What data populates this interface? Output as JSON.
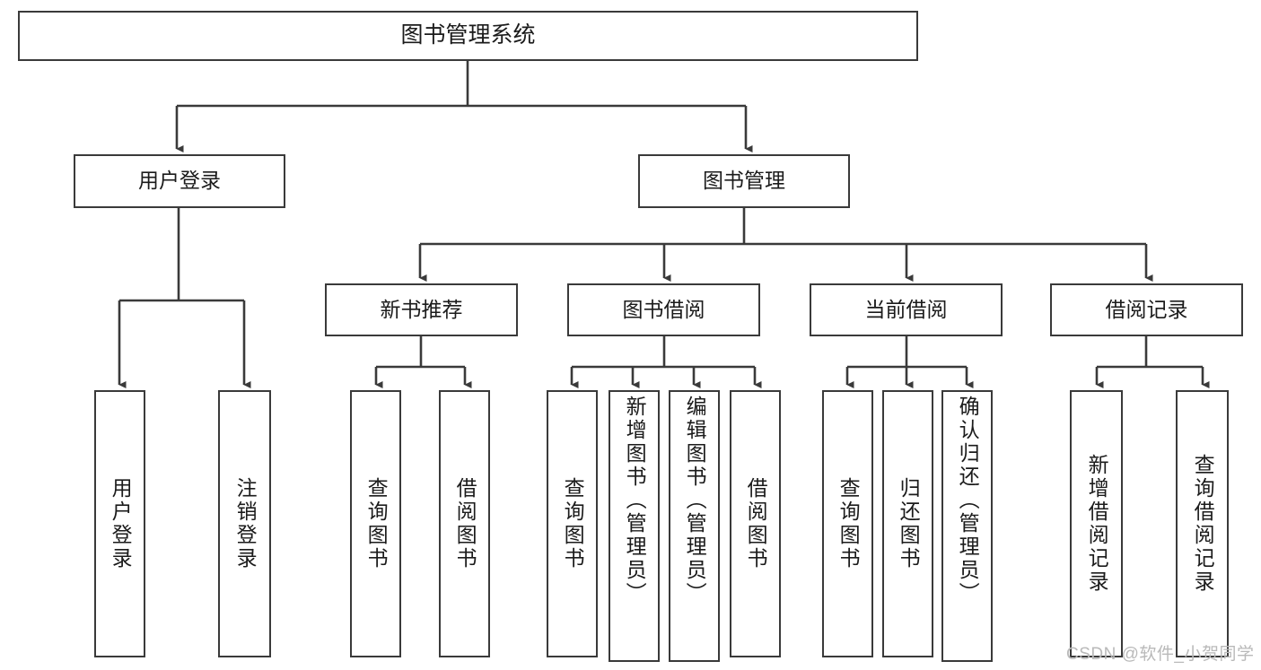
{
  "diagram": {
    "title": "图书管理系统",
    "type": "tree",
    "stroke_color": "#3a3a3a",
    "text_color": "#1b1b1b",
    "background_color": "#ffffff",
    "watermark": "CSDN @软件_小贺同学"
  },
  "nodes": {
    "root": {
      "label": "图书管理系统"
    },
    "level1": [
      {
        "id": "user-login",
        "label": "用户登录"
      },
      {
        "id": "book-management",
        "label": "图书管理"
      }
    ],
    "level2": [
      {
        "id": "new-book-recommend",
        "label": "新书推荐",
        "parent": "book-management"
      },
      {
        "id": "book-borrow",
        "label": "图书借阅",
        "parent": "book-management"
      },
      {
        "id": "current-borrow",
        "label": "当前借阅",
        "parent": "book-management"
      },
      {
        "id": "borrow-record",
        "label": "借阅记录",
        "parent": "book-management"
      }
    ],
    "leaves": [
      {
        "id": "leaf-user-login",
        "label": "用户登录",
        "parent": "user-login"
      },
      {
        "id": "leaf-logout",
        "label": "注销登录",
        "parent": "user-login"
      },
      {
        "id": "leaf-query-book-1",
        "label": "查询图书",
        "parent": "new-book-recommend"
      },
      {
        "id": "leaf-borrow-book-1",
        "label": "借阅图书",
        "parent": "new-book-recommend"
      },
      {
        "id": "leaf-query-book-2",
        "label": "查询图书",
        "parent": "book-borrow"
      },
      {
        "id": "leaf-add-book",
        "label": "新增图书（管理员）",
        "parent": "book-borrow"
      },
      {
        "id": "leaf-edit-book",
        "label": "编辑图书（管理员）",
        "parent": "book-borrow"
      },
      {
        "id": "leaf-borrow-book-2",
        "label": "借阅图书",
        "parent": "book-borrow"
      },
      {
        "id": "leaf-query-book-3",
        "label": "查询图书",
        "parent": "current-borrow"
      },
      {
        "id": "leaf-return-book",
        "label": "归还图书",
        "parent": "current-borrow"
      },
      {
        "id": "leaf-confirm-return",
        "label": "确认归还（管理员）",
        "parent": "current-borrow"
      },
      {
        "id": "leaf-add-record",
        "label": "新增借阅记录",
        "parent": "borrow-record"
      },
      {
        "id": "leaf-query-record",
        "label": "查询借阅记录",
        "parent": "borrow-record"
      }
    ]
  }
}
